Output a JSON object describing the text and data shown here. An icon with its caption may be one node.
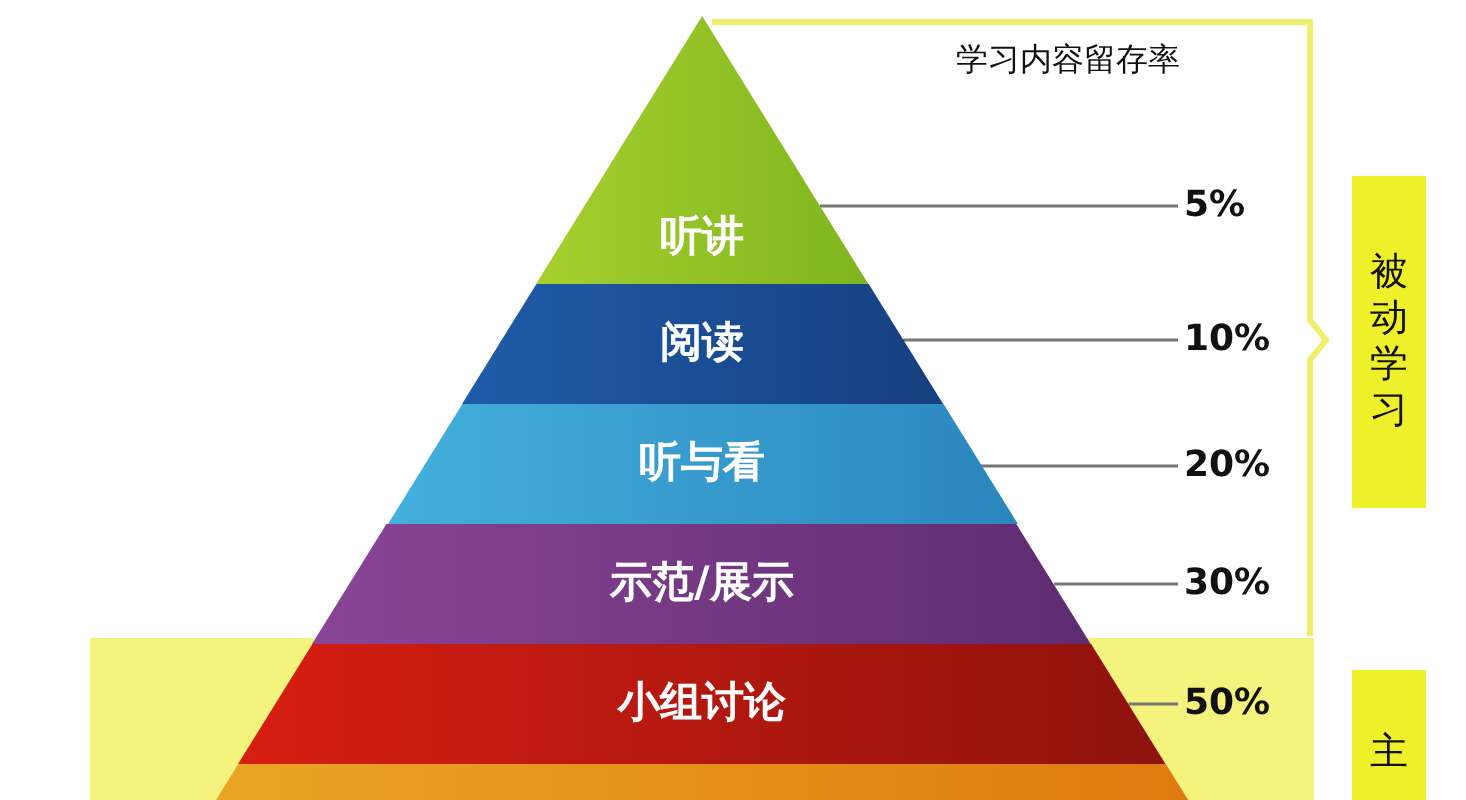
{
  "diagram": {
    "nodes": [
      {
        "text": [
          "听讲"
        ]
      },
      {
        "text": [
          "阅读"
        ]
      },
      {
        "text": [
          "听与看"
        ]
      },
      {
        "text": [
          "示范/展示"
        ]
      },
      {
        "text": [
          "小组讨论"
        ]
      },
      {
        "text": [],
        "shape": "bar"
      },
      {
        "text": [
          "5%"
        ]
      },
      {
        "text": [
          "10%"
        ]
      },
      {
        "text": [
          "20%"
        ]
      },
      {
        "text": [
          "30%"
        ]
      },
      {
        "text": [
          "50%"
        ]
      },
      {
        "text": [
          "被动学习"
        ]
      },
      {
        "text": [
          "主"
        ]
      }
    ],
    "edges": [
      {
        "from": 6,
        "to": 0,
        "arrow": "none"
      },
      {
        "from": 7,
        "to": 1,
        "arrow": "none"
      },
      {
        "from": 8,
        "to": 2,
        "arrow": "none"
      },
      {
        "from": 9,
        "to": 3,
        "arrow": "none"
      },
      {
        "from": 10,
        "to": 4,
        "arrow": "none"
      }
    ],
    "labels": [
      "学习内容留存率"
    ]
  }
}
